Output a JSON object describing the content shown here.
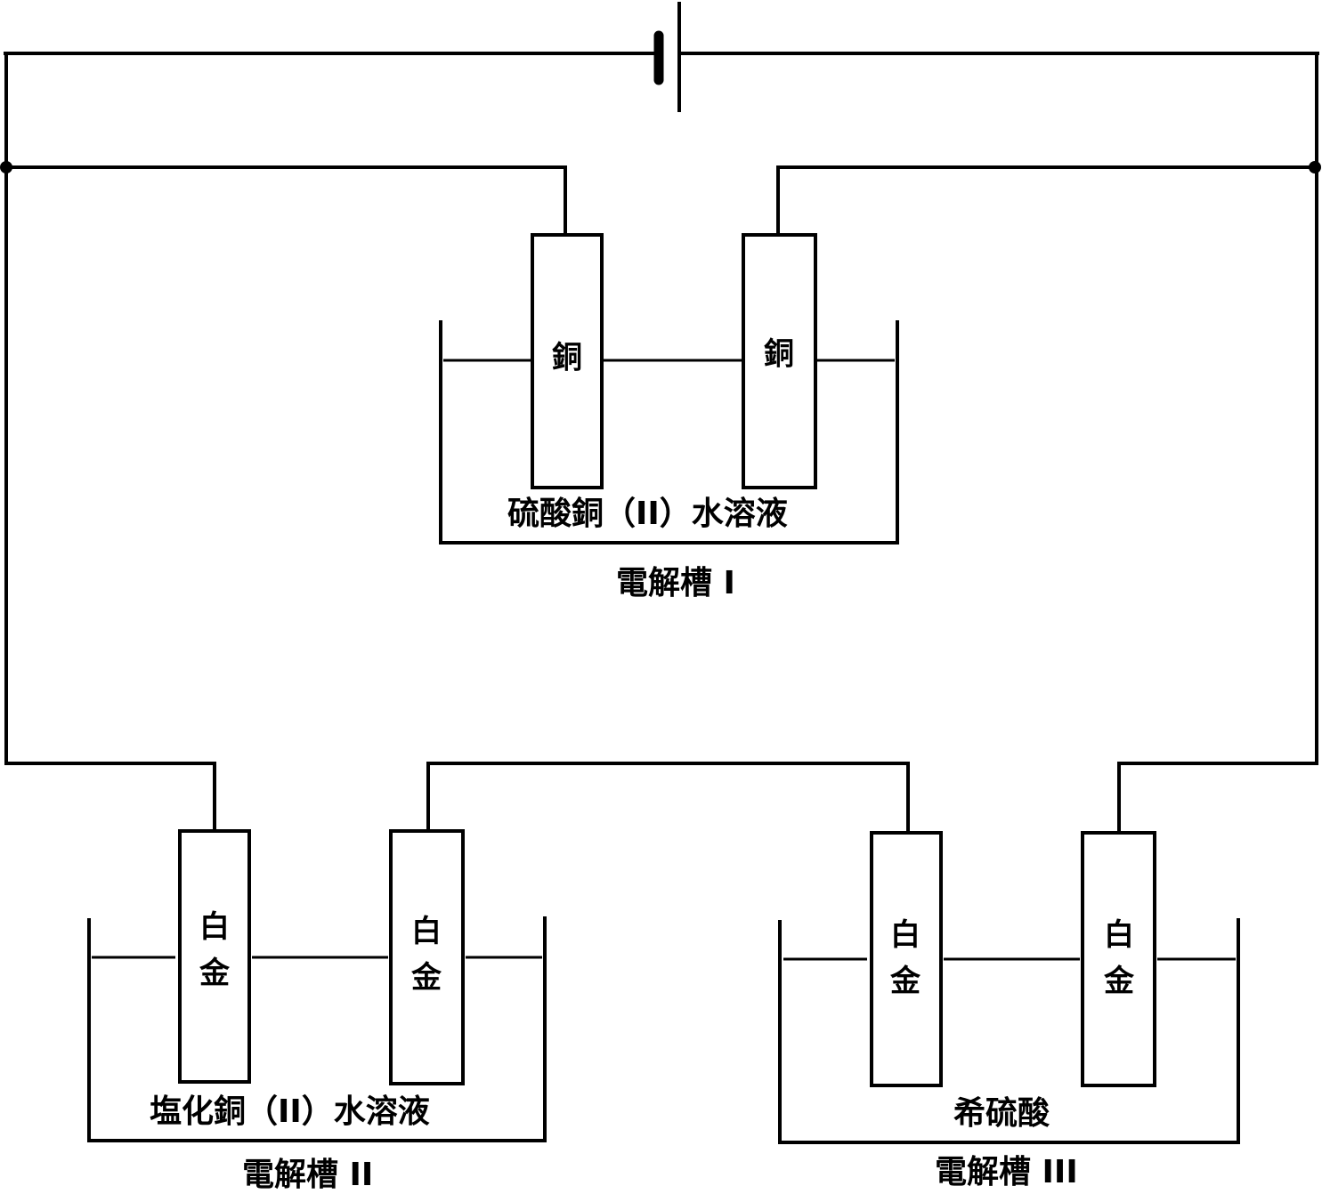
{
  "diagram": {
    "title": "",
    "battery": {
      "symbol": "dc-cell"
    },
    "cells": [
      {
        "name": "電解槽 I",
        "solution": "硫酸銅（II）水溶液",
        "electrodes": [
          {
            "material": "銅"
          },
          {
            "material": "銅"
          }
        ]
      },
      {
        "name": "電解槽 II",
        "solution": "塩化銅（II）水溶液",
        "electrodes": [
          {
            "material_line1": "白",
            "material_line2": "金"
          },
          {
            "material_line1": "白",
            "material_line2": "金"
          }
        ]
      },
      {
        "name": "電解槽 III",
        "solution": "希硫酸",
        "electrodes": [
          {
            "material_line1": "白",
            "material_line2": "金"
          },
          {
            "material_line1": "白",
            "material_line2": "金"
          }
        ]
      }
    ],
    "colors": {
      "line": "#000000",
      "background": "#ffffff"
    }
  }
}
